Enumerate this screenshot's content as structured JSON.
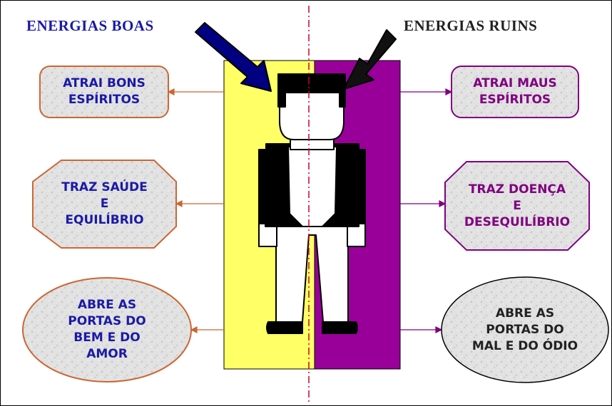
{
  "titles": {
    "left": "ENERGIAS BOAS",
    "right": "ENERGIAS RUINS"
  },
  "left_boxes": [
    {
      "text": "ATRAI BONS\nESPÍRITOS"
    },
    {
      "text": "TRAZ SAÚDE\nE\nEQUILÍBRIO"
    },
    {
      "text": "ABRE AS\nPORTAS DO\nBEM E DO\nAMOR"
    }
  ],
  "right_boxes": [
    {
      "text": "ATRAI MAUS\nESPÍRITOS"
    },
    {
      "text": "TRAZ DOENÇA\nE\nDESEQUILÍBRIO"
    },
    {
      "text": "ABRE AS\nPORTAS DO\nMAL E DO ÓDIO"
    }
  ],
  "colors": {
    "good_panel": "#ffff66",
    "bad_panel": "#990099",
    "good_text": "#1a1aa6",
    "bad_text": "#800080",
    "good_border": "#cc6633",
    "bad_border": "#800080",
    "stone_fill": "#e4e4e4",
    "divider": "#cc0033",
    "arrow_good": "#000080",
    "arrow_bad": "#111111"
  }
}
